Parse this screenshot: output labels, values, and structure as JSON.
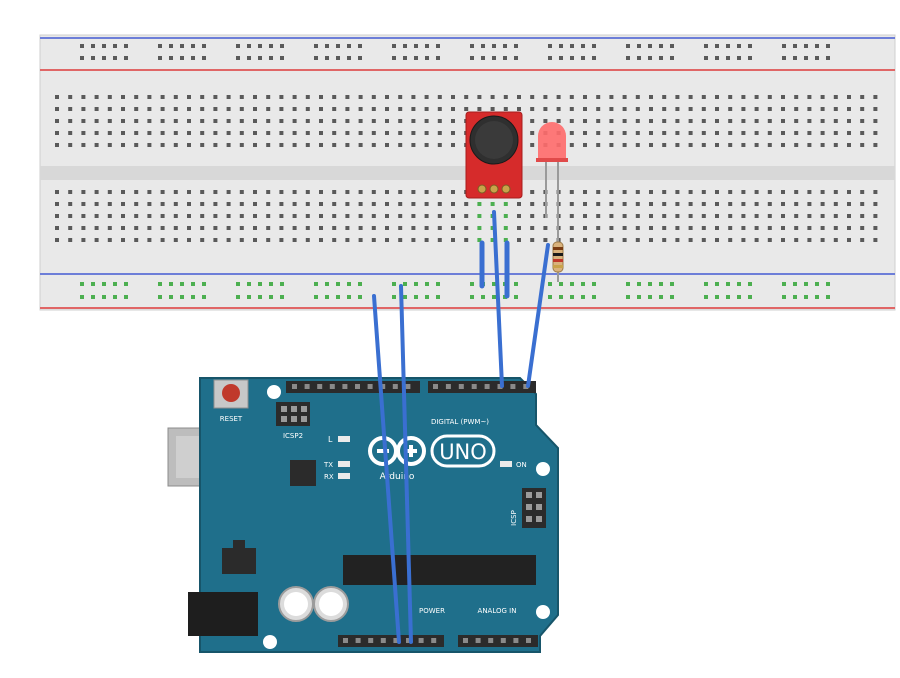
{
  "arduino": {
    "brand_name": "UNO",
    "subtitle": "Arduino",
    "reset_label": "RESET",
    "icsp2_label": "ICSP2",
    "icsp_label": "ICSP",
    "digital_label": "DIGITAL (PWM~)",
    "power_label": "POWER",
    "analog_label": "ANALOG IN",
    "led_l_label": "L",
    "led_tx_label": "TX",
    "led_rx_label": "RX",
    "on_label": "ON",
    "board_color": "#1f6f8b",
    "header_color": "#2b2b2b"
  },
  "breadboard": {
    "body_color": "#e9e9e9",
    "rail_red": "#e06666",
    "rail_blue": "#6d7ed8",
    "hole_color": "#5a5a5a",
    "active_hole_color": "#4caf50"
  },
  "components": {
    "mic_board_color": "#d62b2b",
    "led_color": "#ff6b6b",
    "wire_color": "#3a6fd1"
  }
}
